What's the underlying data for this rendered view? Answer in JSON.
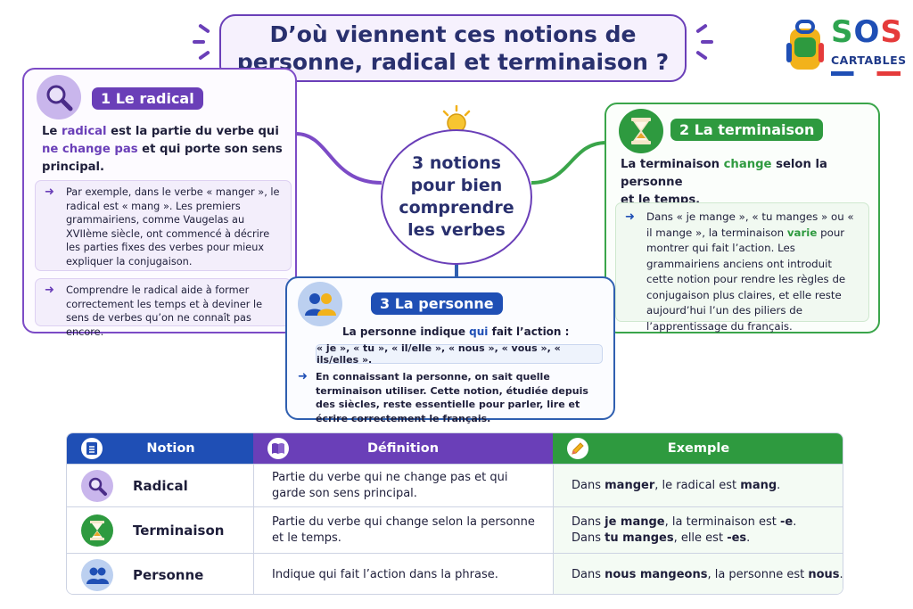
{
  "title": {
    "line1": "D’où viennent ces notions de",
    "line2": "personne, radical et terminaison ?"
  },
  "logo": {
    "brand": "SOS",
    "sub": "CARTABLES"
  },
  "center": {
    "text": "3 notions\npour bien\ncomprendre\nles verbes"
  },
  "radical": {
    "heading": "1  Le radical",
    "lead_a": "Le ",
    "lead_hl1": "radical",
    "lead_b": " est la partie du verbe qui",
    "lead_hl2": "ne change pas",
    "lead_c": " et qui porte son sens",
    "lead_d": "principal.",
    "ex1": "Par exemple, dans le verbe « manger », le radical est « mang ». Les premiers grammairiens, comme Vaugelas au XVIIème siècle, ont commencé à décrire les parties fixes des verbes pour mieux expliquer la conjugaison.",
    "ex2": "Comprendre le radical aide à former correctement les temps et à deviner le sens de verbes qu’on ne connaît pas encore."
  },
  "terminaison": {
    "heading": "2  La terminaison",
    "lead_a": "La terminaison ",
    "lead_hl": "change",
    "lead_b": " selon la personne",
    "lead_c": "et le temps.",
    "ex_a": "Dans « je mange », « tu manges » ou « il mange », la terminaison ",
    "ex_hl": "varie",
    "ex_b": " pour montrer qui fait l’action. Les grammairiens anciens ont introduit cette notion pour rendre les règles de conjugaison plus claires, et elle reste aujourd’hui l’un des piliers de l’apprentissage du français."
  },
  "personne": {
    "heading": "3  La personne",
    "lead_a": "La personne indique ",
    "lead_hl": "qui",
    "lead_b": " fait l’action :",
    "pronouns": "« je », « tu », « il/elle », « nous », « vous », « ils/elles ».",
    "ex": "En connaissant la personne, on sait quelle terminaison utiliser. Cette notion, étudiée depuis des siècles, reste essentielle pour parler, lire et écrire correctement le français."
  },
  "table": {
    "headers": [
      "Notion",
      "Définition",
      "Exemple"
    ],
    "rows": [
      {
        "notion": "Radical",
        "def": "Partie du verbe qui ne change pas et qui garde son sens principal.",
        "ex": [
          [
            "Dans ",
            ""
          ],
          [
            "manger",
            "b"
          ],
          [
            ", le radical est ",
            ""
          ],
          [
            "mang",
            "b"
          ],
          [
            ".",
            ""
          ]
        ]
      },
      {
        "notion": "Terminaison",
        "def": "Partie du verbe qui change selon la personne et le temps.",
        "ex": [
          [
            "Dans ",
            ""
          ],
          [
            "je mange",
            "b"
          ],
          [
            ", la terminaison est ",
            ""
          ],
          [
            "-e",
            "b"
          ],
          [
            ".",
            ""
          ],
          [
            "\n",
            "br"
          ],
          [
            "Dans ",
            ""
          ],
          [
            "tu manges",
            "b"
          ],
          [
            ", elle est ",
            ""
          ],
          [
            "-es",
            "b"
          ],
          [
            ".",
            ""
          ]
        ]
      },
      {
        "notion": "Personne",
        "def": "Indique qui fait l’action dans la phrase.",
        "ex": [
          [
            "Dans ",
            ""
          ],
          [
            "nous mangeons",
            "b"
          ],
          [
            ", la personne est ",
            ""
          ],
          [
            "nous",
            "b"
          ],
          [
            ".",
            ""
          ]
        ]
      }
    ]
  },
  "colors": {
    "purple": "#6a3fb8",
    "green": "#2e9a3f",
    "blue": "#1f4fb5",
    "navy": "#29306e"
  }
}
